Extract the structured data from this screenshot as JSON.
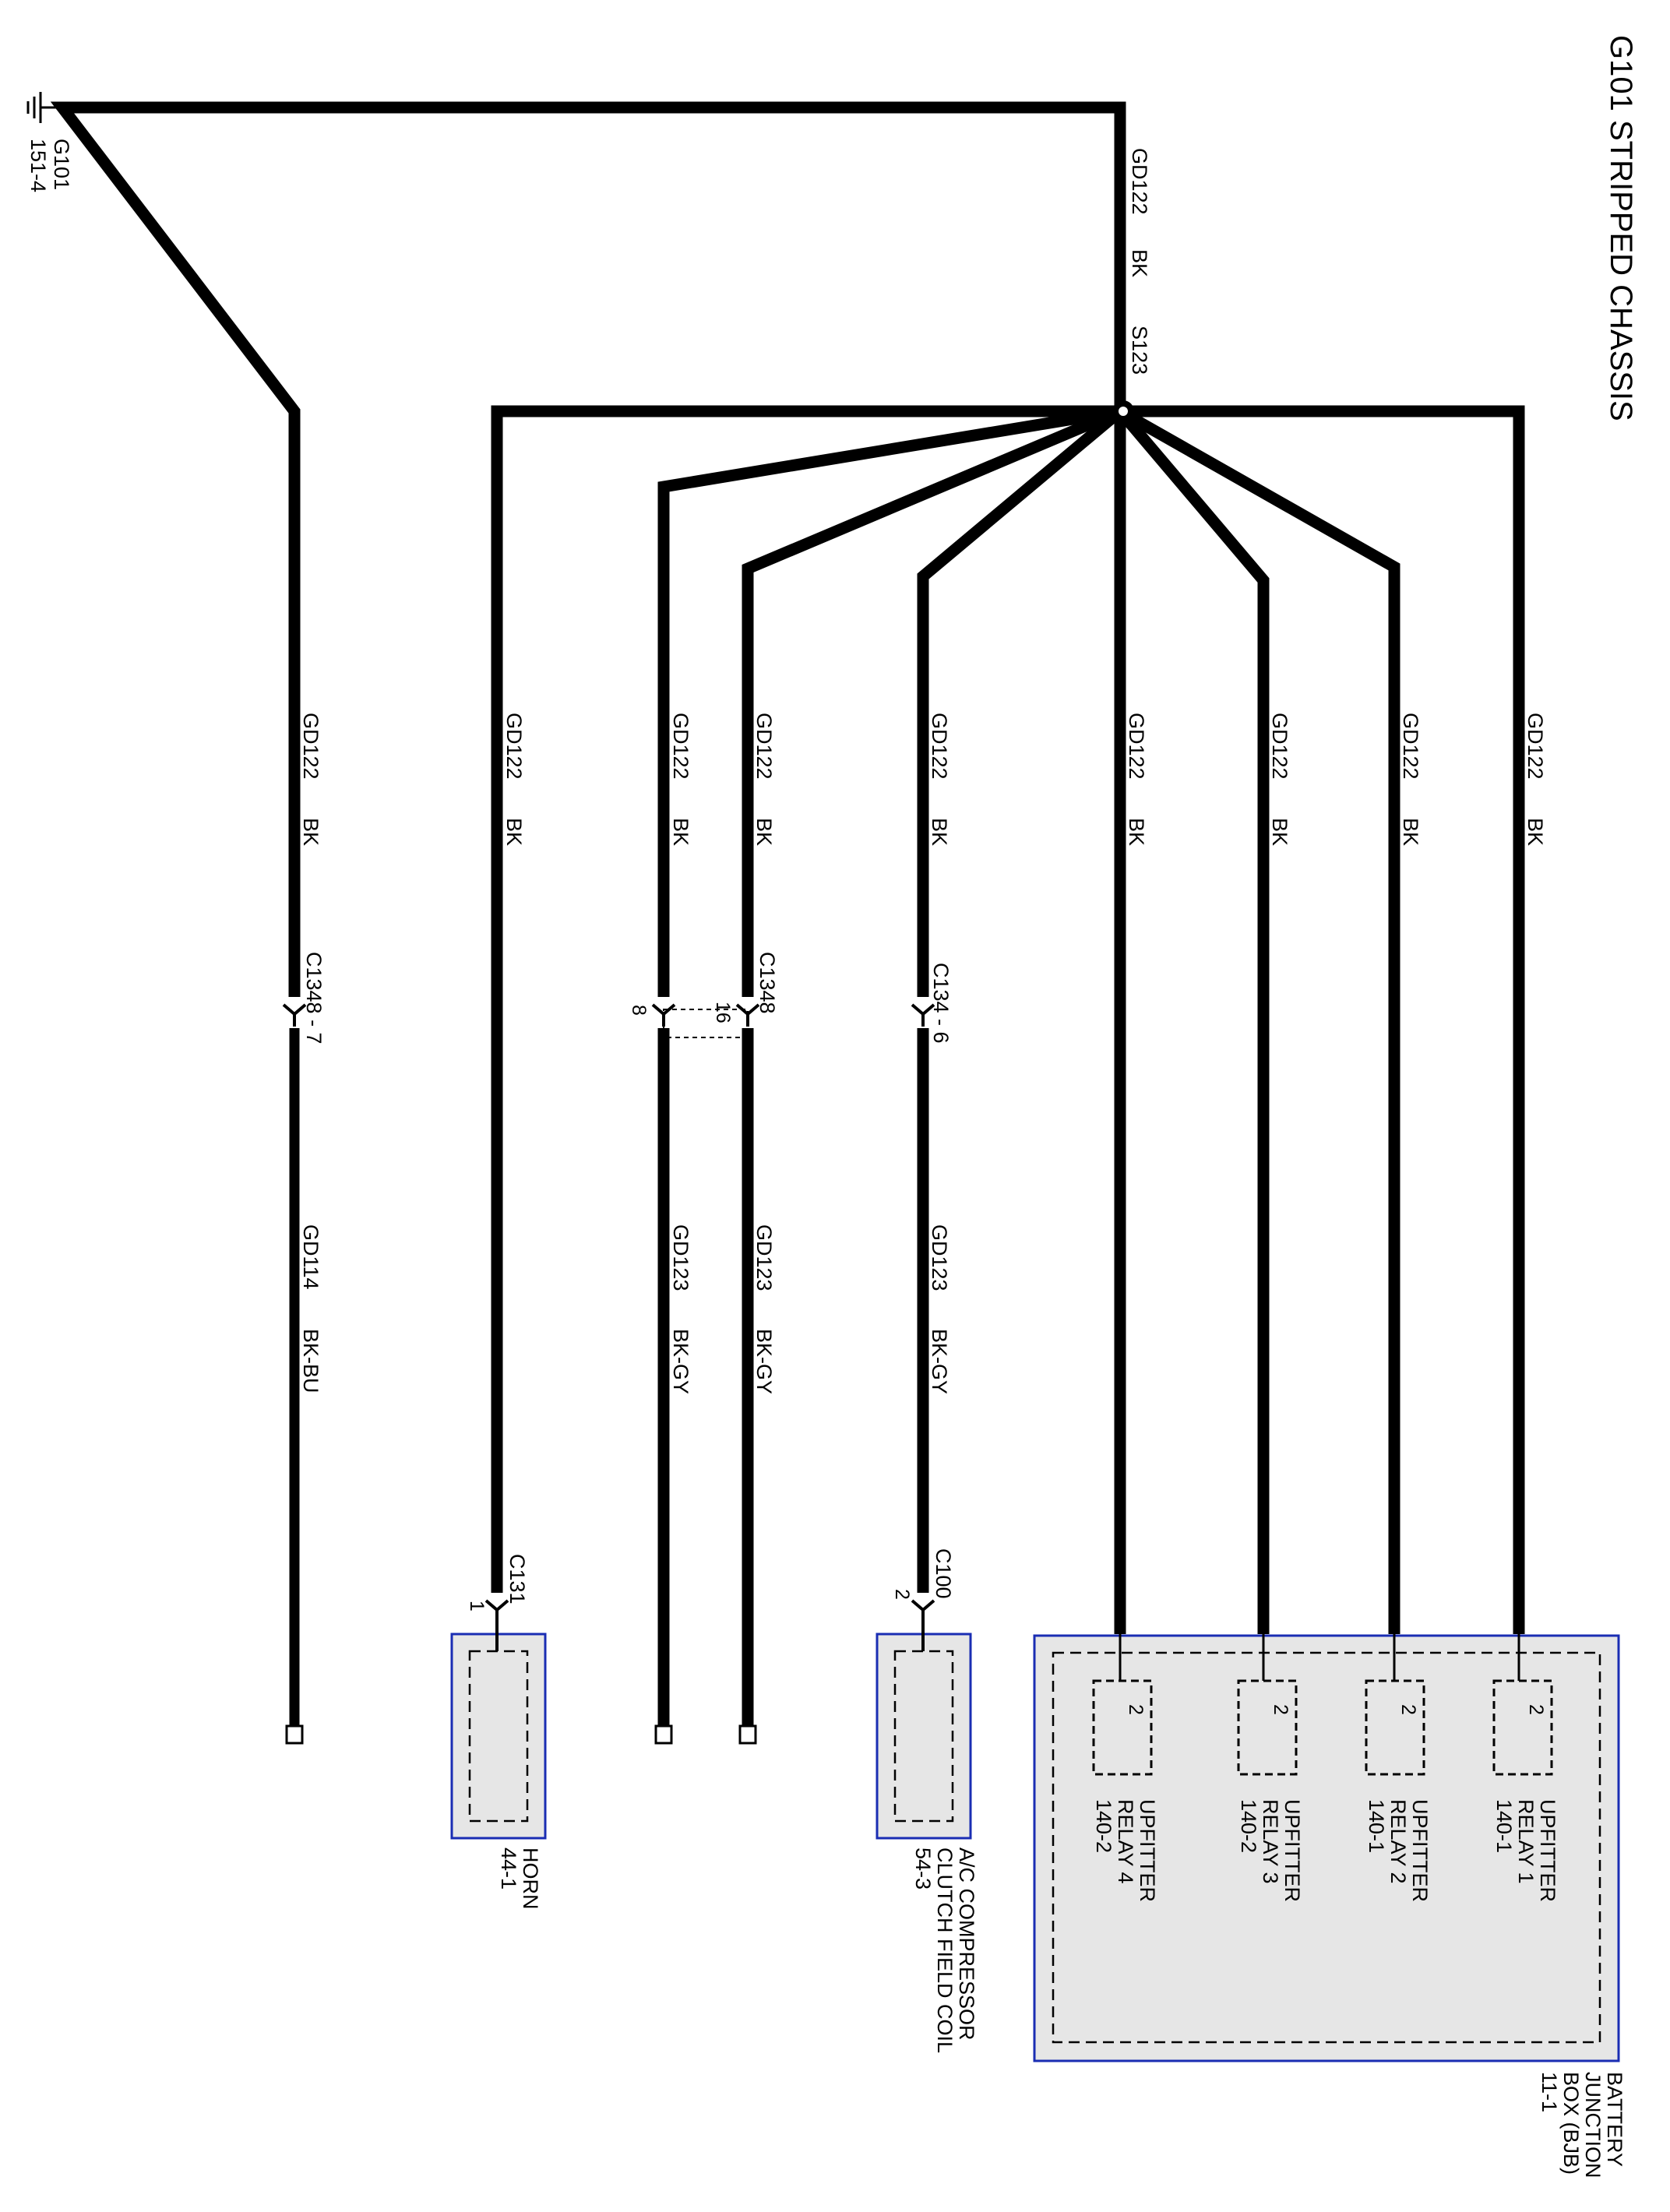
{
  "title": "G101 STRIPPED CHASSIS",
  "ground": {
    "name": "G101",
    "ref": "151-4"
  },
  "splice": {
    "name": "S123"
  },
  "trunk_wire": {
    "circuit": "GD122",
    "color": "BK"
  },
  "branches": [
    {
      "id": "b1",
      "circuit": "GD122",
      "color": "BK",
      "connector": "C1348 - 7",
      "circuit2": "GD114",
      "color2": "BK-BU"
    },
    {
      "id": "b2",
      "circuit": "GD122",
      "color": "BK",
      "connector": "C131",
      "pin": "1"
    },
    {
      "id": "b3",
      "circuit": "GD122",
      "color": "BK",
      "pin": "8",
      "circuit2": "GD123",
      "color2": "BK-GY"
    },
    {
      "id": "b4",
      "circuit": "GD122",
      "color": "BK",
      "connector": "C1348",
      "pin": "16",
      "circuit2": "GD123",
      "color2": "BK-GY"
    },
    {
      "id": "b5",
      "circuit": "GD122",
      "color": "BK",
      "connector": "C134 - 6",
      "circuit2": "GD123",
      "color2": "BK-GY",
      "connector2": "C100",
      "pin2": "2"
    },
    {
      "id": "b6",
      "circuit": "GD122",
      "color": "BK"
    },
    {
      "id": "b7",
      "circuit": "GD122",
      "color": "BK"
    },
    {
      "id": "b8",
      "circuit": "GD122",
      "color": "BK"
    },
    {
      "id": "b9",
      "circuit": "GD122",
      "color": "BK"
    }
  ],
  "components": {
    "horn": {
      "name": "HORN",
      "ref": "44-1"
    },
    "ac_clutch": {
      "line1": "A/C COMPRESSOR",
      "line2": "CLUTCH FIELD COIL",
      "ref": "54-3"
    },
    "bjb": {
      "line1": "BATTERY",
      "line2": "JUNCTION",
      "line3": "BOX (BJB)",
      "ref": "11-1"
    }
  },
  "relays": [
    {
      "pin": "2",
      "line1": "UPFITTER",
      "line2": "RELAY 4",
      "ref": "140-2"
    },
    {
      "pin": "2",
      "line1": "UPFITTER",
      "line2": "RELAY 3",
      "ref": "140-2"
    },
    {
      "pin": "2",
      "line1": "UPFITTER",
      "line2": "RELAY 2",
      "ref": "140-1"
    },
    {
      "pin": "2",
      "line1": "UPFITTER",
      "line2": "RELAY 1",
      "ref": "140-1"
    }
  ],
  "colors": {
    "wire": "#000000",
    "component_fill": "#e6e6e6",
    "component_border": "#1a2db3"
  }
}
